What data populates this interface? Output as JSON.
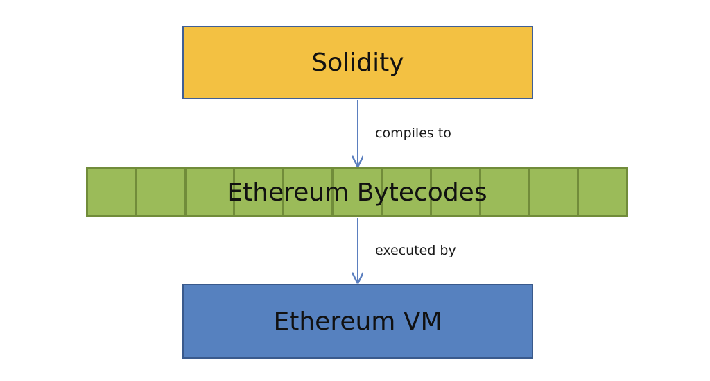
{
  "diagram": {
    "nodes": [
      {
        "id": "solidity",
        "label": "Solidity",
        "color": "#f3c142"
      },
      {
        "id": "bytecodes",
        "label": "Ethereum Bytecodes",
        "color": "#9bbb59",
        "cell_count": 11
      },
      {
        "id": "vm",
        "label": "Ethereum VM",
        "color": "#5681bf"
      }
    ],
    "edges": [
      {
        "from": "solidity",
        "to": "bytecodes",
        "label": "compiles to"
      },
      {
        "from": "bytecodes",
        "to": "vm",
        "label": "executed by"
      }
    ],
    "arrow_color": "#5b7fbf"
  }
}
